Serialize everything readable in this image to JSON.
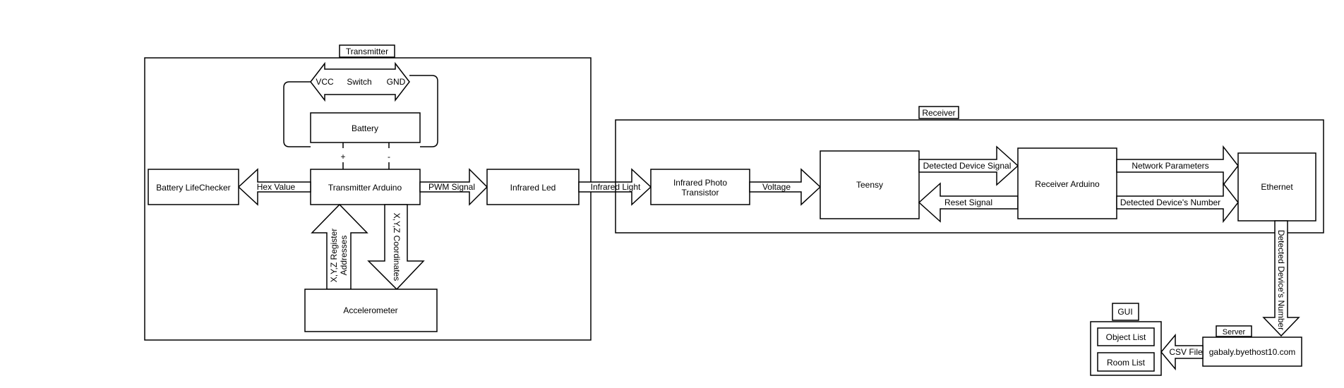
{
  "groups": {
    "transmitter": "Transmitter",
    "receiver": "Receiver",
    "server": "Server",
    "gui": "GUI"
  },
  "blocks": {
    "battery": "Battery",
    "vcc": "VCC",
    "switch": "Switch",
    "gnd": "GND",
    "plus": "+",
    "minus": "-",
    "battery_life_checker": "Battery LifeChecker",
    "transmitter_arduino": "Transmitter Arduino",
    "accelerometer": "Accelerometer",
    "infrared_led": "Infrared Led",
    "infrared_photo_transistor_line1": "Infrared Photo",
    "infrared_photo_transistor_line2": "Transistor",
    "teensy": "Teensy",
    "receiver_arduino": "Receiver Arduino",
    "ethernet": "Ethernet",
    "server_host": "gabaly.byethost10.com",
    "object_list": "Object List",
    "room_list": "Room List"
  },
  "signals": {
    "hex_value": "Hex Value",
    "pwm_signal": "PWM Signal",
    "infrared_light": "Infrared Light",
    "voltage": "Voltage",
    "detected_device_signal": "Detected Device Signal",
    "reset_signal": "Reset Signal",
    "network_parameters": "Network Parameters",
    "detected_devices_number": "Detected Device's Number",
    "detected_devices_number_vertical": "Detected Device's Number",
    "xyz_register_line1": "X,Y,Z Register",
    "xyz_register_line2": "Addresses",
    "xyz_coordinates": "X,Y,Z  Coordinates",
    "csv_file": "CSV File"
  }
}
